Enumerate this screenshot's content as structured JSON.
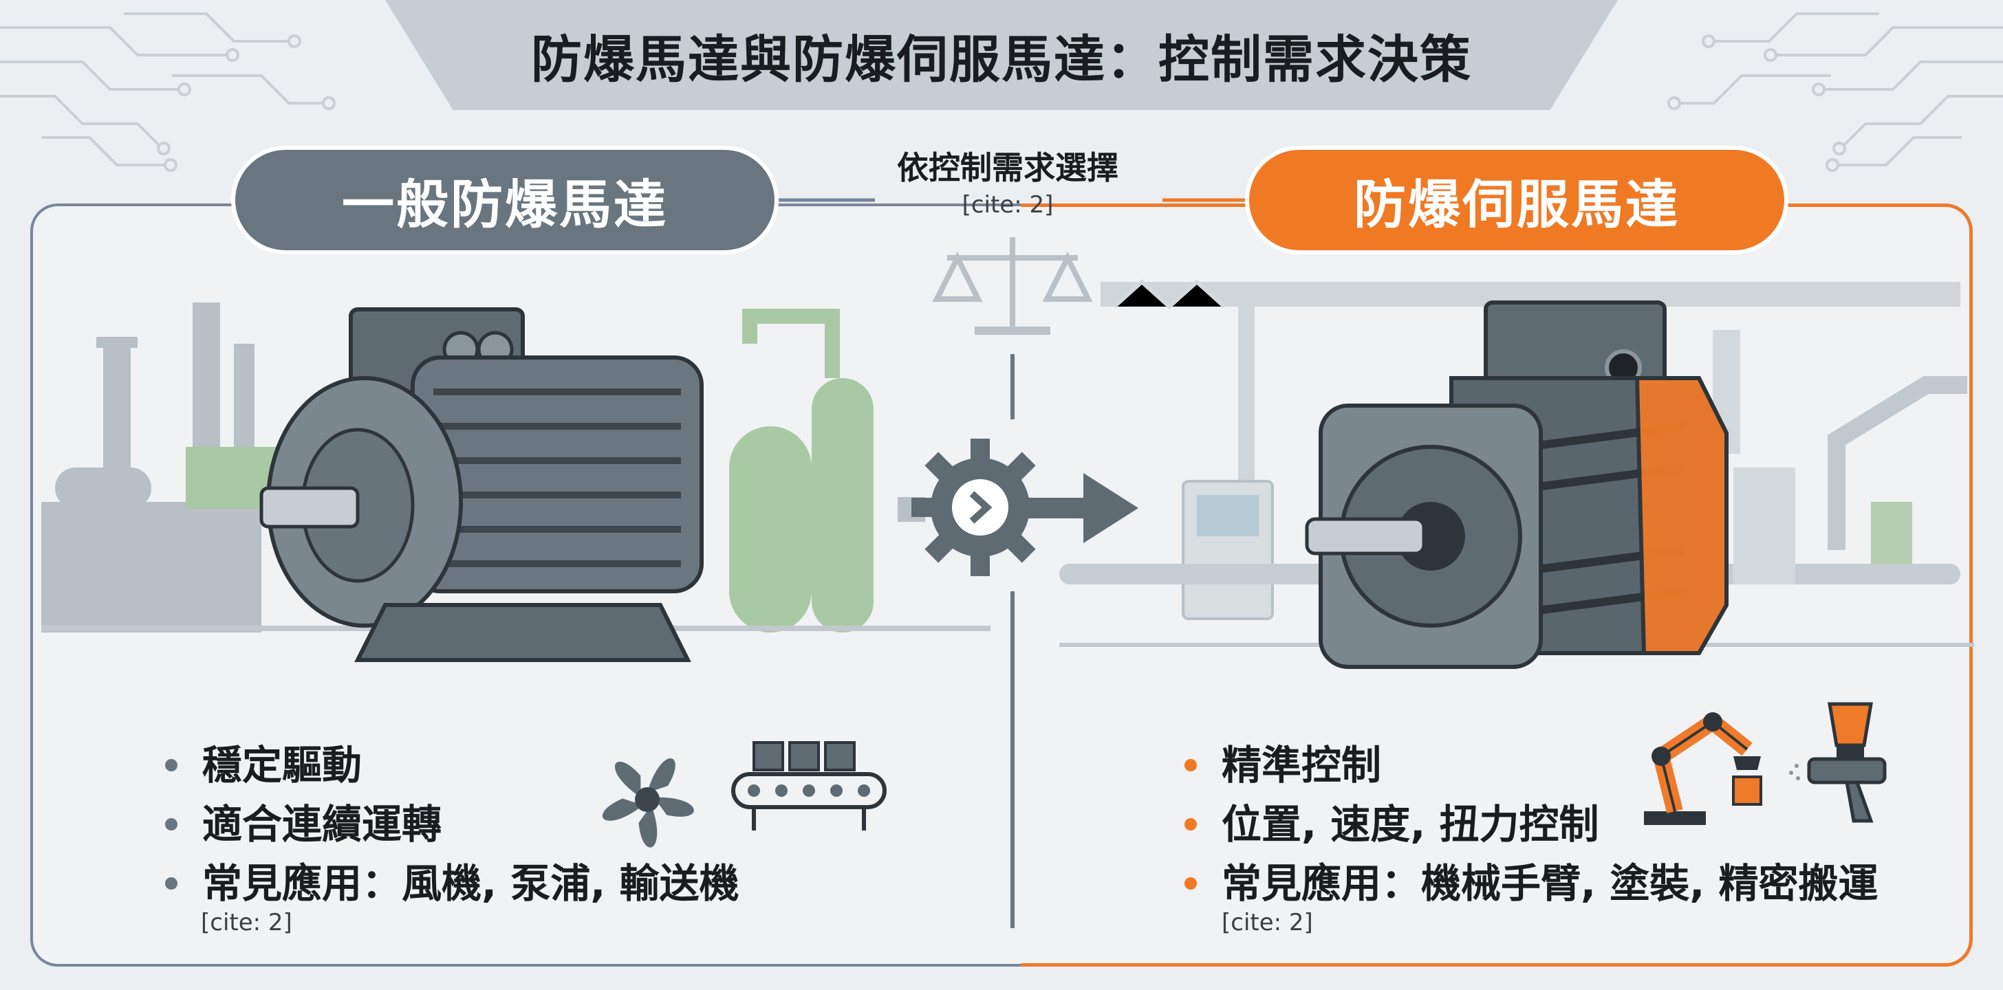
{
  "title": "防爆馬達與防爆伺服馬達：控制需求決策",
  "center": {
    "label": "依控制需求選擇",
    "cite": "[cite: 2]"
  },
  "left": {
    "heading": "一般防爆馬達",
    "bullets": [
      "穩定驅動",
      "適合連續運轉",
      "常見應用：風機, 泵浦, 輸送機"
    ],
    "cite": "[cite: 2]"
  },
  "right": {
    "heading": "防爆伺服馬達",
    "bullets": [
      "精準控制",
      "位置, 速度, 扭力控制",
      "常見應用：機械手臂, 塗裝, 精密搬運"
    ],
    "cite": "[cite: 2]"
  },
  "colors": {
    "gray_accent": "#69767f",
    "orange_accent": "#f07924",
    "panel_border_left": "#78869a",
    "panel_border_right": "#ee7a2a"
  },
  "icons": [
    "circuit-pattern",
    "balance-scale-icon",
    "gear-arrow-icon",
    "fan-icon",
    "conveyor-icon",
    "robot-arm-icon",
    "spray-gun-icon",
    "explosion-proof-motor",
    "servo-motor",
    "factory-background",
    "automation-line-background"
  ]
}
